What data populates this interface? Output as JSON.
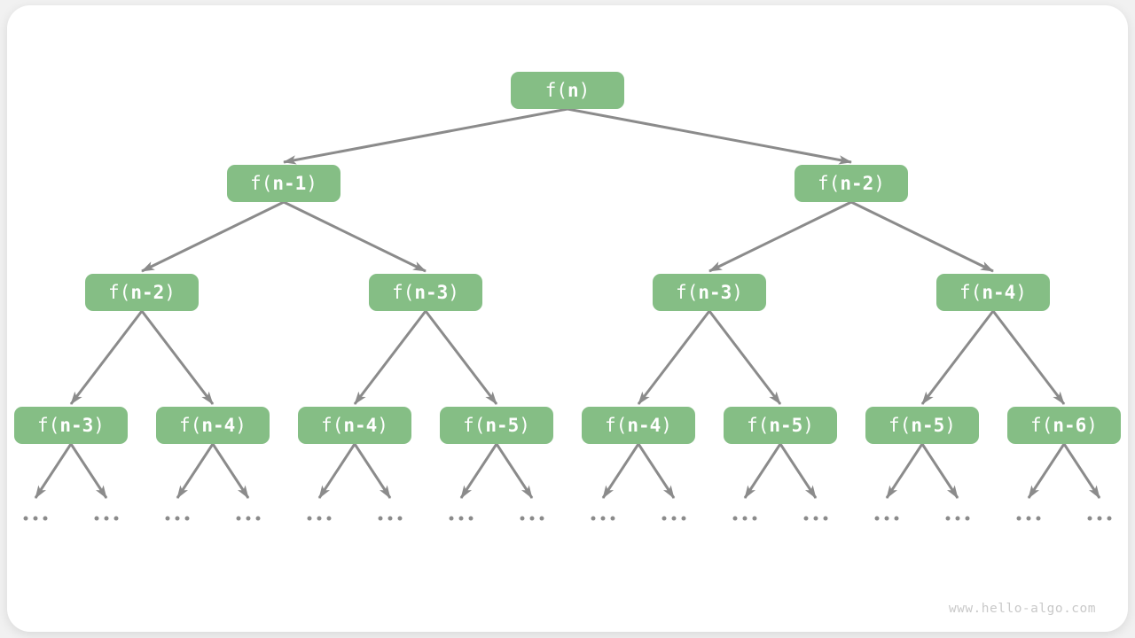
{
  "watermark": {
    "text": "www.hello-algo.com"
  },
  "colors": {
    "node_fill": "#85BE85",
    "node_text": "#FFFFFF",
    "edge": "#8B8B8B",
    "dots": "#8B8B8B",
    "watermark": "#C9C9C9",
    "canvas_bg": "#FFFFFF",
    "page_bg": "#F1F1F1"
  },
  "tree": {
    "description": "recursion-tree-of-f(n)",
    "levels": [
      [
        {
          "pre": "f(",
          "bold": "n",
          "post": ")"
        }
      ],
      [
        {
          "pre": "f(",
          "bold": "n-1",
          "post": ")"
        },
        {
          "pre": "f(",
          "bold": "n-2",
          "post": ")"
        }
      ],
      [
        {
          "pre": "f(",
          "bold": "n-2",
          "post": ")"
        },
        {
          "pre": "f(",
          "bold": "n-3",
          "post": ")"
        },
        {
          "pre": "f(",
          "bold": "n-3",
          "post": ")"
        },
        {
          "pre": "f(",
          "bold": "n-4",
          "post": ")"
        }
      ],
      [
        {
          "pre": "f(",
          "bold": "n-3",
          "post": ")"
        },
        {
          "pre": "f(",
          "bold": "n-4",
          "post": ")"
        },
        {
          "pre": "f(",
          "bold": "n-4",
          "post": ")"
        },
        {
          "pre": "f(",
          "bold": "n-5",
          "post": ")"
        },
        {
          "pre": "f(",
          "bold": "n-4",
          "post": ")"
        },
        {
          "pre": "f(",
          "bold": "n-5",
          "post": ")"
        },
        {
          "pre": "f(",
          "bold": "n-5",
          "post": ")"
        },
        {
          "pre": "f(",
          "bold": "n-6",
          "post": ")"
        }
      ]
    ],
    "leaf_ellipsis": "..."
  }
}
